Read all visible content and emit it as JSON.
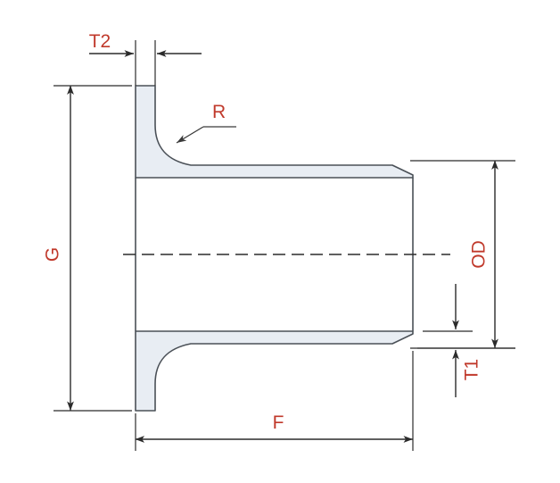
{
  "drawing": {
    "title": "Lap Joint Stub End Flange Dimensional Drawing",
    "type": "engineering-dimension-drawing",
    "background_color": "#ffffff",
    "part_fill_color": "#e8edf3",
    "part_outline_color": "#4a5057",
    "dimension_line_color": "#2b2b2b",
    "label_color": "#c0392b"
  },
  "dimensions": {
    "t2": {
      "label": "T2",
      "description": "flange thickness",
      "orientation": "horizontal",
      "position": "top-left"
    },
    "r": {
      "label": "R",
      "description": "fillet radius",
      "orientation": "leader",
      "position": "upper-middle"
    },
    "g": {
      "label": "G",
      "description": "flange outside diameter",
      "orientation": "vertical",
      "position": "left"
    },
    "od": {
      "label": "OD",
      "description": "tube outside diameter",
      "orientation": "vertical",
      "position": "right"
    },
    "t1": {
      "label": "T1",
      "description": "tube wall thickness",
      "orientation": "vertical",
      "position": "bottom-right"
    },
    "f": {
      "label": "F",
      "description": "overall length",
      "orientation": "horizontal",
      "position": "bottom"
    }
  }
}
